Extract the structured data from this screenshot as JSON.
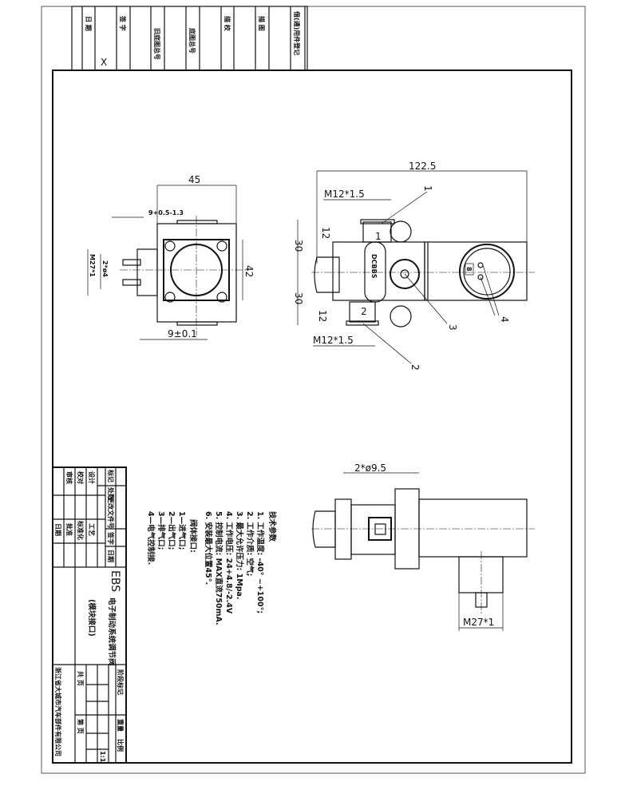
{
  "top_strip": {
    "date": "日 期",
    "cross_mark": "X",
    "signature": "签 字",
    "old_base_drawing_no": "旧底图总号",
    "base_drawing_no": "底图总号",
    "trace_check": "描 校",
    "trace": "描 图",
    "shared_parts_register": "借(通)用件登记"
  },
  "side_view": {
    "width_dim": "45",
    "height_dim": "42",
    "offset_dim": "9±0.1",
    "pin_dim": "9+0.5-1.3",
    "thread_dim": "M27*1",
    "pin_dia": "2*ø4"
  },
  "front_view": {
    "length_dim": "122.5",
    "port_thread_top": "M12*1.5",
    "port_thread_bottom": "M12*1.5",
    "half_height_top": "30",
    "half_height_bottom": "30",
    "port_depth_top": "12",
    "port_depth_bottom": "12",
    "body_marking": "DCBBS",
    "port1_mark": "1",
    "port2_mark": "2",
    "connector_mark": "8",
    "callouts": [
      "1",
      "2",
      "3",
      "4"
    ]
  },
  "bottom_view": {
    "hole_dim": "2*ø9.5",
    "thread_dim": "M27*1"
  },
  "tech_notes": {
    "title": "技术参数",
    "items": [
      "1. 工作温度: -40° ~+100°;",
      "2. 工作介质: 空气;",
      "3. 最大允许压力: 1Mpa.",
      "4. 工作电压: 24+4.8/-2.4V",
      "5. 控制电流: MAX直流750mA.",
      "6. 安装最大位置45°."
    ]
  },
  "ports": {
    "title": "阀体接口:",
    "items": [
      "1—进气口;",
      "2—出气口;",
      "3—排气口;",
      "4—电气控制接."
    ]
  },
  "title_block": {
    "rows": [
      "标记",
      "处数",
      "更改文件号",
      "签字",
      "日期"
    ],
    "roles": [
      "设计",
      "校对",
      "审核",
      "工艺",
      "标准化",
      "批准",
      "日期"
    ],
    "product_code": "EBS",
    "product_name": "电子制动系统调节阀",
    "product_sub": "(模块接口)",
    "stage_mark": "阶段标记",
    "weight": "重量",
    "scale": "比例",
    "scale_value": "1:1",
    "total_pages": "共  页",
    "page_no": "第  页",
    "company": "浙江省大城市汽车部件有限公司"
  }
}
